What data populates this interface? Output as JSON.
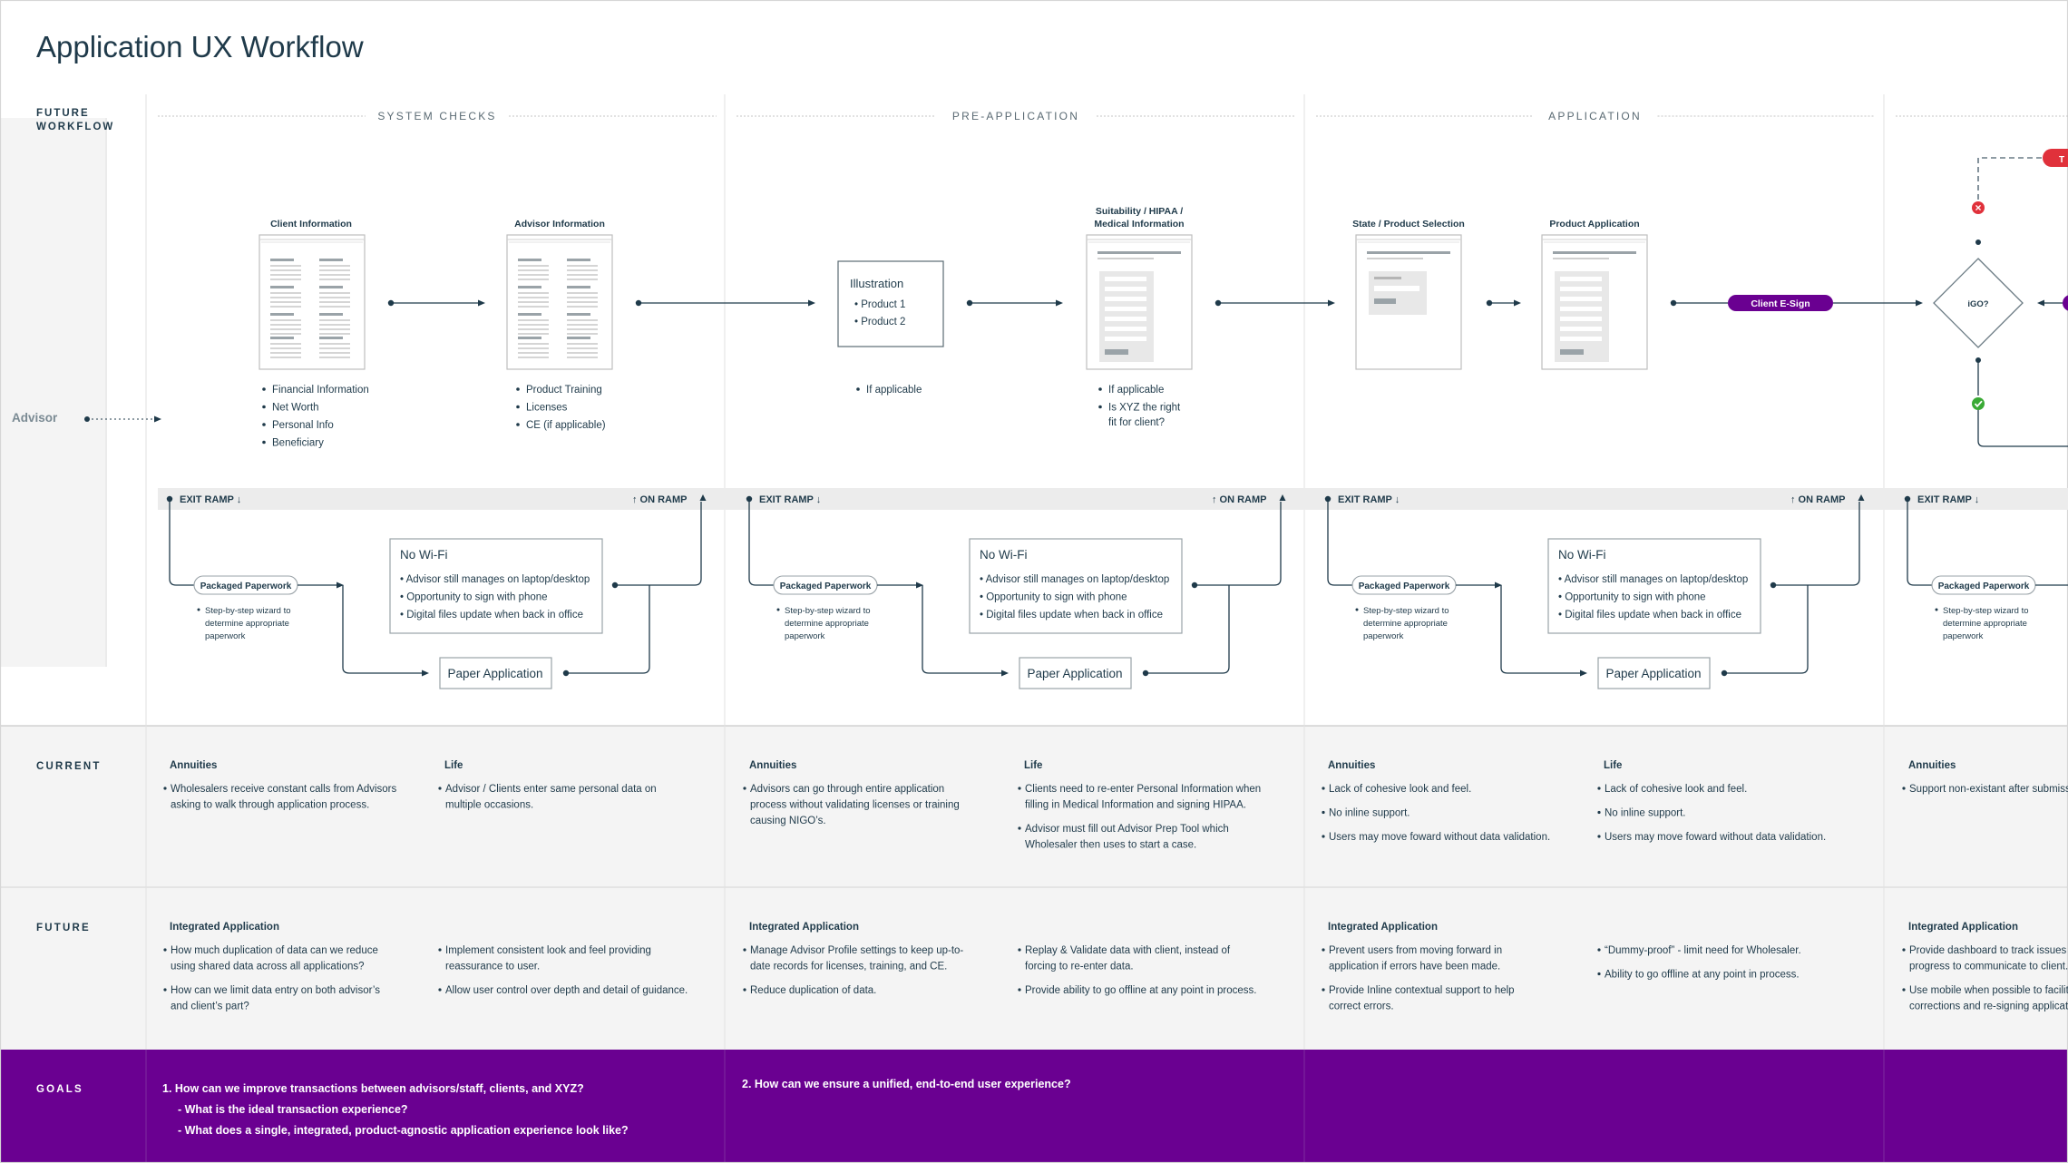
{
  "title": "Application UX Workflow",
  "future_workflow_label": "FUTURE\nWORKFLOW",
  "actor_label": "Advisor",
  "phases": [
    "SYSTEM CHECKS",
    "PRE-APPLICATION",
    "APPLICATION"
  ],
  "steps": {
    "client_information": {
      "title": "Client Information",
      "bullets": [
        "Financial Information",
        "Net Worth",
        "Personal Info",
        "Beneficiary"
      ]
    },
    "advisor_information": {
      "title": "Advisor Information",
      "bullets": [
        "Product Training",
        "Licenses",
        "CE (if applicable)"
      ]
    },
    "illustration": {
      "title": "Illustration",
      "items": [
        "• Product 1",
        "• Product 2"
      ],
      "bullets": [
        "If applicable"
      ]
    },
    "suitability": {
      "title_lines": [
        "Suitability / HIPAA /",
        "Medical Information"
      ],
      "bullets": [
        "If applicable"
      ],
      "bullet2_lines": [
        "Is XYZ the right",
        "fit for client?"
      ]
    },
    "state_product": {
      "title": "State / Product Selection"
    },
    "product_application": {
      "title": "Product Application"
    },
    "client_esign": {
      "label": "Client E-Sign"
    },
    "igo": {
      "label": "iGO?",
      "tag": "T"
    }
  },
  "ramp": {
    "exit": "EXIT RAMP ↓",
    "on": "↑ ON RAMP",
    "packaged": "Packaged Paperwork",
    "packaged_desc": [
      "Step-by-step wizard to",
      "determine appropriate",
      "paperwork"
    ],
    "nowifi_title": "No Wi-Fi",
    "nowifi_items": [
      "• Advisor still manages on laptop/desktop",
      "• Opportunity to sign with phone",
      "• Digital files update when back in office"
    ],
    "paper": "Paper Application"
  },
  "current": {
    "label": "CURRENT",
    "columns": [
      {
        "heading": "Annuities",
        "items": [
          [
            "Wholesalers receive constant calls from Advisors",
            "asking to walk through application process."
          ]
        ]
      },
      {
        "heading": "Life",
        "items": [
          [
            "Advisor  / Clients enter same personal data on",
            "multiple occasions."
          ]
        ]
      },
      {
        "heading": "Annuities",
        "items": [
          [
            "Advisors can go through entire application",
            "process without validating licenses or training",
            "causing NIGO’s."
          ]
        ]
      },
      {
        "heading": "Life",
        "items": [
          [
            "Clients need to re-enter Personal Information when",
            "filling in Medical Information and signing HIPAA."
          ],
          [
            "Advisor must fill out Advisor Prep Tool which",
            "Wholesaler then uses to start a case."
          ]
        ]
      },
      {
        "heading": "Annuities",
        "items": [
          [
            "Lack of cohesive look and feel."
          ],
          [
            "No inline support."
          ],
          [
            "Users may move foward without data validation."
          ]
        ]
      },
      {
        "heading": "Life",
        "items": [
          [
            "Lack of cohesive look and feel."
          ],
          [
            "No inline support."
          ],
          [
            "Users may move foward without data validation."
          ]
        ]
      },
      {
        "heading": "Annuities",
        "items": [
          [
            "Support non-existant after submiss"
          ]
        ]
      }
    ]
  },
  "future": {
    "label": "FUTURE",
    "columns": [
      {
        "heading": "Integrated Application",
        "items": [
          [
            "How much duplication of data can we reduce",
            "using shared data across all applications?"
          ],
          [
            "How can we limit data entry on both advisor’s",
            "and client’s part?"
          ]
        ]
      },
      {
        "heading": "",
        "items": [
          [
            "Implement consistent look and feel providing",
            "reassurance to user."
          ],
          [
            "Allow user control over depth and detail of guidance."
          ]
        ]
      },
      {
        "heading": "Integrated Application",
        "items": [
          [
            "Manage Advisor Profile settings to keep up-to-",
            "date records for licenses, training, and CE."
          ],
          [
            "Reduce duplication of data."
          ]
        ]
      },
      {
        "heading": "",
        "items": [
          [
            "Replay & Validate data with client, instead of",
            "forcing to re-enter data."
          ],
          [
            "Provide ability to go offline at any point in process."
          ]
        ]
      },
      {
        "heading": "Integrated Application",
        "items": [
          [
            "Prevent users from moving forward in",
            "application if errors have been made."
          ],
          [
            "Provide Inline contextual support to help",
            "correct errors."
          ]
        ]
      },
      {
        "heading": "",
        "items": [
          [
            "“Dummy-proof” - limit need for Wholesaler."
          ],
          [
            "Ability to go offline at any point in process."
          ]
        ]
      },
      {
        "heading": "Integrated Application",
        "items": [
          [
            "Provide dashboard to track issues a",
            "progress to communicate to client."
          ],
          [
            "Use mobile when possible to facilit",
            "corrections and re-signing applicati"
          ]
        ]
      }
    ]
  },
  "goals": {
    "label": "GOALS",
    "goal1": "1. How can we improve transactions between advisors/staff, clients, and XYZ?",
    "goal1_subs": [
      "- What is the ideal transaction experience?",
      "- What does a single, integrated, product-agnostic application experience look like?"
    ],
    "goal2": "2. How can we ensure a unified, end-to-end user experience?"
  },
  "colors": {
    "purple": "#6a0091",
    "navy": "#1f3a4a",
    "red": "#e0313b",
    "green": "#3aaa35",
    "grey_band": "#f4f4f4",
    "ramp_bar": "#ececec"
  }
}
